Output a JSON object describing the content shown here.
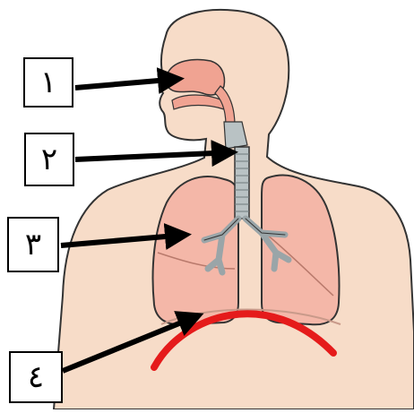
{
  "labels": {
    "label_1": "١",
    "label_2": "٢",
    "label_3": "٣",
    "label_4": "٤"
  },
  "colors": {
    "skin": "#f7dcc8",
    "outline": "#333333",
    "lung": "#f4b7a8",
    "lung_dark": "#e39a88",
    "nasal": "#f0a392",
    "trachea": "#b9c2c4",
    "arrow": "#000000",
    "diaphragm_marker": "#e51b1b"
  }
}
